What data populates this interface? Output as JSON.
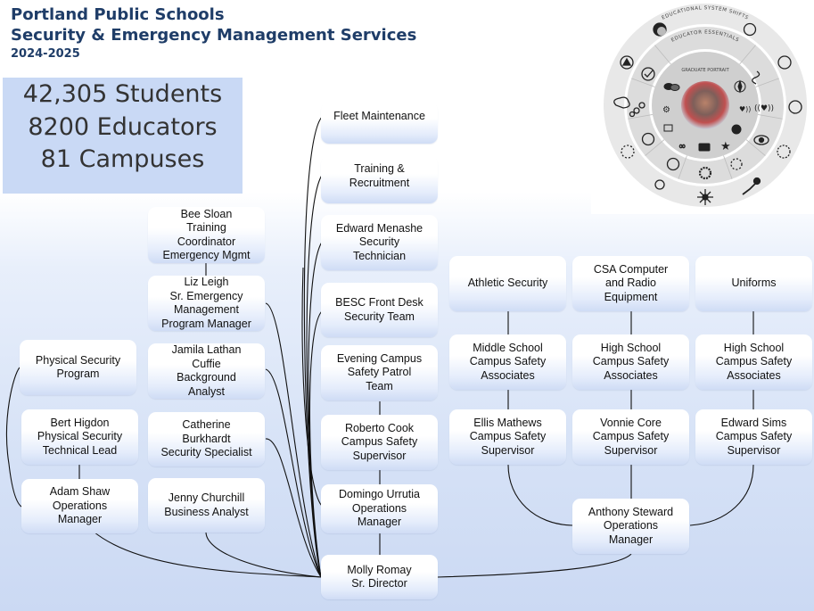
{
  "header": {
    "org": "Portland Public Schools",
    "department": "Security & Emergency Management Services",
    "year": "2024-2025"
  },
  "stats": {
    "students": "42,305 Students",
    "educators": "8200 Educators",
    "campuses": "81 Campuses"
  },
  "graduate_portrait_wheel": {
    "outer_ring_label": "EDUCATIONAL SYSTEM SHIFTS",
    "middle_ring_label": "EDUCATOR ESSENTIALS",
    "center_label": "GRADUATE PORTRAIT",
    "icons": [
      "moon-icon",
      "cluster-icon",
      "pyramid-icon",
      "triangle-play-icon",
      "cloud-network-icon",
      "heart-circle-icon",
      "gears-icon",
      "globe-cog-icon",
      "network-icon",
      "path-dots-icon",
      "nodes-icon",
      "hub-icon",
      "checkmark-icon",
      "route-icon",
      "broadcast-heart-icon",
      "eye-icon",
      "exchange-icon",
      "ring-icon",
      "people-icon",
      "infinity-icon",
      "chat-icon",
      "star-icon",
      "globe-icon",
      "sound-heart-icon",
      "compass-icon",
      "conversation-icon",
      "tools-icon",
      "sign-icon"
    ]
  },
  "org_chart": {
    "nodes": {
      "bee": "Bee Sloan\nTraining\nCoordinator\nEmergency Mgmt",
      "liz": "Liz Leigh\nSr. Emergency\nManagement\nProgram Manager",
      "jamila": "Jamila Lathan\nCuffie\nBackground\nAnalyst",
      "catherine": "Catherine\nBurkhardt\nSecurity Specialist",
      "jenny": "Jenny Churchill\nBusiness Analyst",
      "psp": "Physical Security\nProgram",
      "bert": "Bert Higdon\nPhysical Security\nTechnical Lead",
      "adam": "Adam Shaw\nOperations\nManager",
      "fleet": "Fleet Maintenance",
      "training": "Training &\nRecruitment",
      "edward_m": "Edward Menashe\nSecurity\nTechnician",
      "besc": "BESC Front Desk\nSecurity Team",
      "evening": "Evening Campus\nSafety Patrol\nTeam",
      "roberto": "Roberto Cook\nCampus Safety\nSupervisor",
      "domingo": "Domingo Urrutia\nOperations\nManager",
      "molly": "Molly Romay\nSr. Director",
      "athletic": "Athletic Security",
      "csa": "CSA Computer\nand Radio\nEquipment",
      "uniforms": "Uniforms",
      "ms_csa": "Middle School\nCampus Safety\nAssociates",
      "hs_csa1": "High School\nCampus Safety\nAssociates",
      "hs_csa2": "High School\nCampus Safety\nAssociates",
      "ellis": "Ellis Mathews\nCampus Safety\nSupervisor",
      "vonnie": "Vonnie Core\nCampus Safety\nSupervisor",
      "edward_s": "Edward Sims\nCampus Safety\nSupervisor",
      "anthony": "Anthony Steward\nOperations\nManager"
    }
  }
}
